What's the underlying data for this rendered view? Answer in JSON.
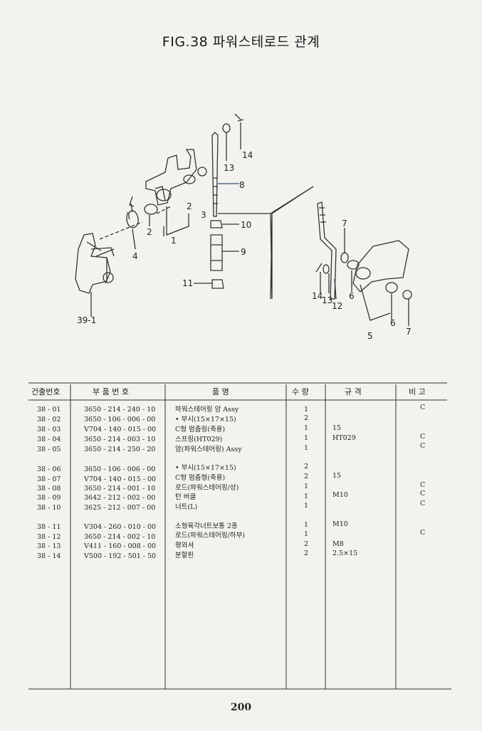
{
  "title": "FIG.38 파워스테로드 관계",
  "diagram": {
    "labels": [
      "1",
      "2",
      "2",
      "3",
      "4",
      "8",
      "10",
      "9",
      "11",
      "13",
      "14",
      "39-1",
      "7",
      "14",
      "13",
      "12",
      "6",
      "5",
      "6",
      "7"
    ]
  },
  "table": {
    "headers": [
      "건출번호",
      "부 품 번 호",
      "품 명",
      "수 량",
      "규 격",
      "비 고"
    ],
    "groups": [
      [
        {
          "no": "38 - 01",
          "part": "3650 - 214 - 240 - 10",
          "name": "파워스테어링 암 Assy",
          "qty": "1",
          "spec": "",
          "note": "C"
        },
        {
          "no": "38 - 02",
          "part": "3650 - 106 - 006 - 00",
          "name": "• 부시(15×17×15)",
          "qty": "2",
          "spec": "",
          "note": ""
        },
        {
          "no": "38 - 03",
          "part": "V704 - 140 - 015 - 00",
          "name": "C형 멈춤링(축용)",
          "qty": "1",
          "spec": "15",
          "note": ""
        },
        {
          "no": "38 - 04",
          "part": "3650 - 214 - 003 - 10",
          "name": "스프링(HT029)",
          "qty": "1",
          "spec": "HT029",
          "note": "C"
        },
        {
          "no": "38 - 05",
          "part": "3650 - 214 - 250 - 20",
          "name": "암(파워스테어링) Assy",
          "qty": "1",
          "spec": "",
          "note": "C"
        }
      ],
      [
        {
          "no": "38 - 06",
          "part": "3650 - 106 - 006 - 00",
          "name": "• 부시(15×17×15)",
          "qty": "2",
          "spec": "",
          "note": ""
        },
        {
          "no": "38 - 07",
          "part": "V704 - 140 - 015 - 00",
          "name": "C형 멈춤형(축용)",
          "qty": "2",
          "spec": "15",
          "note": ""
        },
        {
          "no": "38 - 08",
          "part": "3650 - 214 - 001 - 10",
          "name": "로드(파워스테어링/상)",
          "qty": "1",
          "spec": "",
          "note": "C"
        },
        {
          "no": "38 - 09",
          "part": "3642 - 212 - 002 - 00",
          "name": "턴 버클",
          "qty": "1",
          "spec": "M10",
          "note": "C"
        },
        {
          "no": "38 - 10",
          "part": "3625 - 212 - 007 - 00",
          "name": "너트(L)",
          "qty": "1",
          "spec": "",
          "note": "C"
        }
      ],
      [
        {
          "no": "38 - 11",
          "part": "V304 - 260 - 010 - 00",
          "name": "소형육각너트보통 2종",
          "qty": "1",
          "spec": "M10",
          "note": ""
        },
        {
          "no": "38 - 12",
          "part": "3650 - 214 - 002 - 10",
          "name": "로드(파워스테어링/하부)",
          "qty": "1",
          "spec": "",
          "note": "C"
        },
        {
          "no": "38 - 13",
          "part": "V411 - 160 - 008 - 00",
          "name": "평와셔",
          "qty": "2",
          "spec": "M8",
          "note": ""
        },
        {
          "no": "38 - 14",
          "part": "V500 - 192 - 501 - 50",
          "name": "분할핀",
          "qty": "2",
          "spec": "2.5×15",
          "note": ""
        }
      ]
    ]
  },
  "page_number": "200"
}
